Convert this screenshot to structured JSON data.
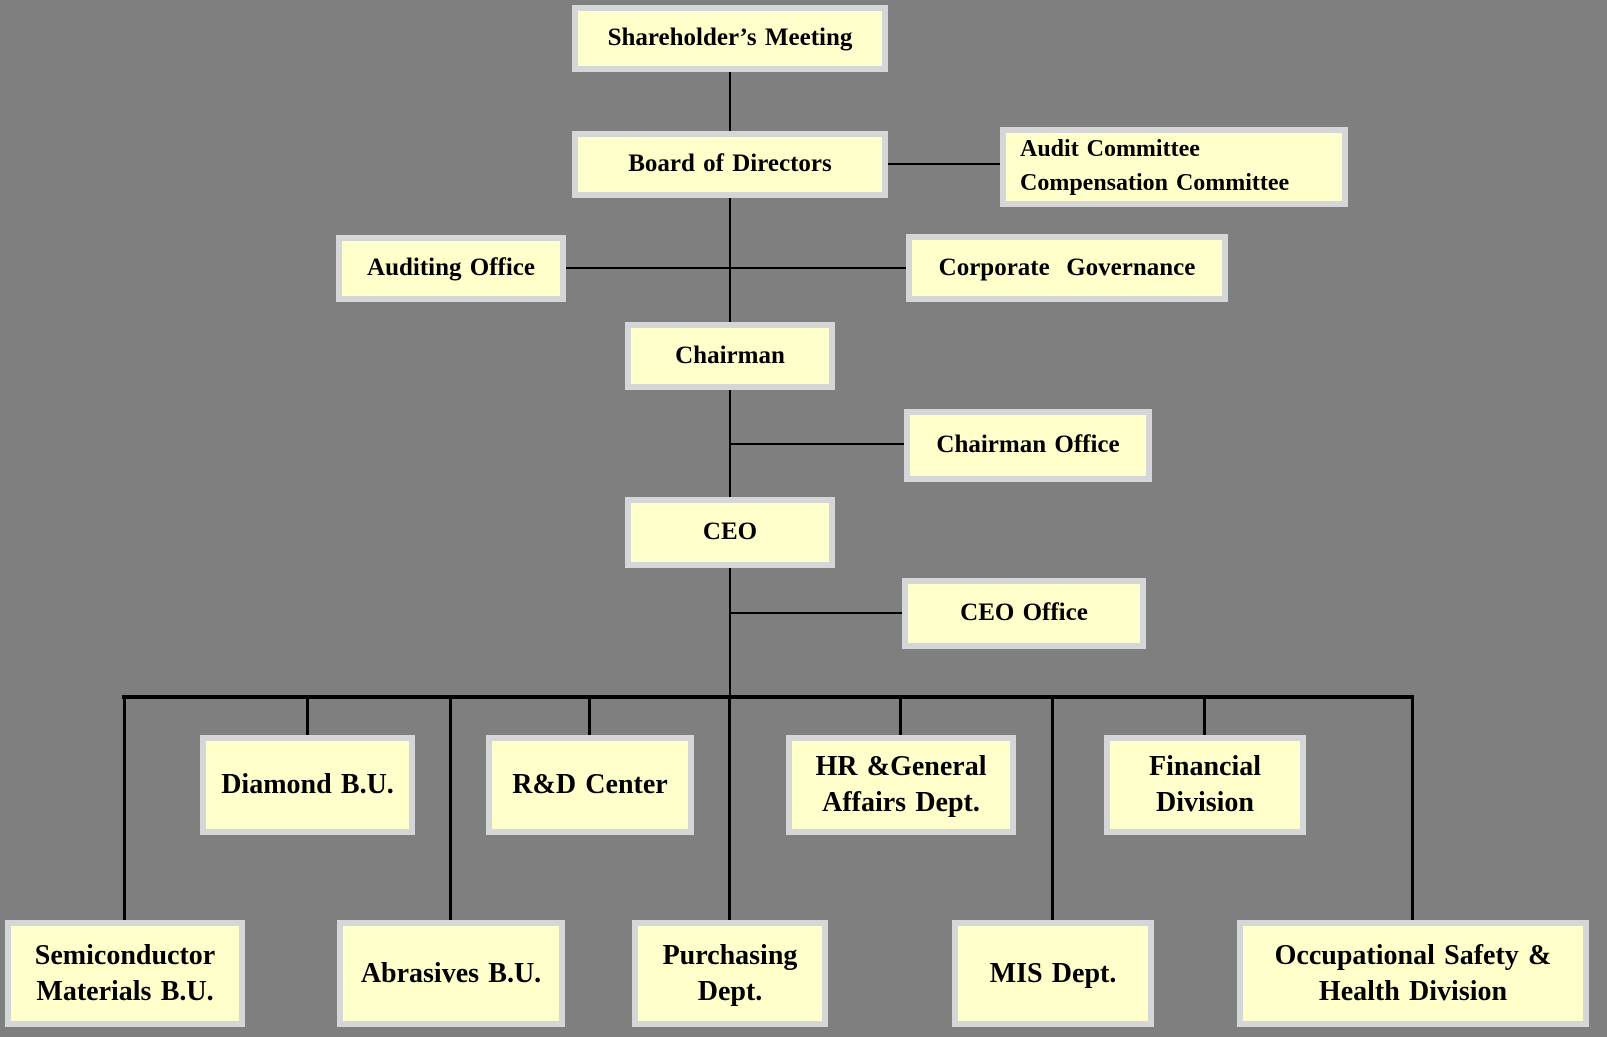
{
  "colors": {
    "background": "#7F7F7F",
    "box_fill": "#FFFFCC",
    "box_border": "#D4D6D8",
    "line": "#000000",
    "text": "#000000"
  },
  "nodes": {
    "shareholders_meeting": {
      "label": "Shareholder’s Meeting"
    },
    "board_of_directors": {
      "label": "Board of Directors"
    },
    "committees": {
      "label": "Audit Committee\nCompensation Committee"
    },
    "auditing_office": {
      "label": "Auditing Office"
    },
    "corporate_governance": {
      "label": "Corporate  Governance"
    },
    "chairman": {
      "label": "Chairman"
    },
    "chairman_office": {
      "label": "Chairman Office"
    },
    "ceo": {
      "label": "CEO"
    },
    "ceo_office": {
      "label": "CEO Office"
    },
    "diamond_bu": {
      "label": "Diamond B.U."
    },
    "rd_center": {
      "label": "R&D Center"
    },
    "hr_general_affairs": {
      "label": "HR &General\nAffairs Dept."
    },
    "financial_division": {
      "label": "Financial\nDivision"
    },
    "semiconductor_materials_bu": {
      "label": "Semiconductor\nMaterials B.U."
    },
    "abrasives_bu": {
      "label": "Abrasives B.U."
    },
    "purchasing_dept": {
      "label": "Purchasing\nDept."
    },
    "mis_dept": {
      "label": "MIS Dept."
    },
    "occupational_safety": {
      "label": "Occupational Safety &\nHealth Division"
    }
  },
  "edges": [
    [
      "shareholders_meeting",
      "board_of_directors"
    ],
    [
      "board_of_directors",
      "committees"
    ],
    [
      "board_of_directors",
      "auditing_office"
    ],
    [
      "board_of_directors",
      "corporate_governance"
    ],
    [
      "board_of_directors",
      "chairman"
    ],
    [
      "chairman",
      "chairman_office"
    ],
    [
      "chairman",
      "ceo"
    ],
    [
      "ceo",
      "ceo_office"
    ],
    [
      "ceo",
      "semiconductor_materials_bu"
    ],
    [
      "ceo",
      "diamond_bu"
    ],
    [
      "ceo",
      "abrasives_bu"
    ],
    [
      "ceo",
      "rd_center"
    ],
    [
      "ceo",
      "purchasing_dept"
    ],
    [
      "ceo",
      "hr_general_affairs"
    ],
    [
      "ceo",
      "mis_dept"
    ],
    [
      "ceo",
      "financial_division"
    ],
    [
      "ceo",
      "occupational_safety"
    ]
  ]
}
